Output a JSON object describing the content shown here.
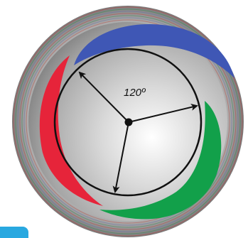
{
  "diagram": {
    "angle_label": "120º",
    "colors": {
      "sphere_light": "#ffffff",
      "sphere_mid": "#b8b8b8",
      "sphere_dark": "#6e6e6e",
      "outer_ring": "#8a8a8a",
      "ring_stripe_red": "#c0443f",
      "ring_stripe_green": "#3d8a55",
      "ring_stripe_blue": "#6b73a8",
      "band_blue": "#3f57b5",
      "band_red": "#e6243a",
      "band_green": "#12a04a",
      "circle_stroke": "#111111",
      "arrow_color": "#111111",
      "corner_tab": "#29a8e0"
    },
    "vectors": [
      {
        "name": "upper-left-arrow",
        "direction": "upper-left"
      },
      {
        "name": "right-arrow",
        "direction": "right"
      },
      {
        "name": "down-arrow",
        "direction": "down"
      }
    ]
  }
}
